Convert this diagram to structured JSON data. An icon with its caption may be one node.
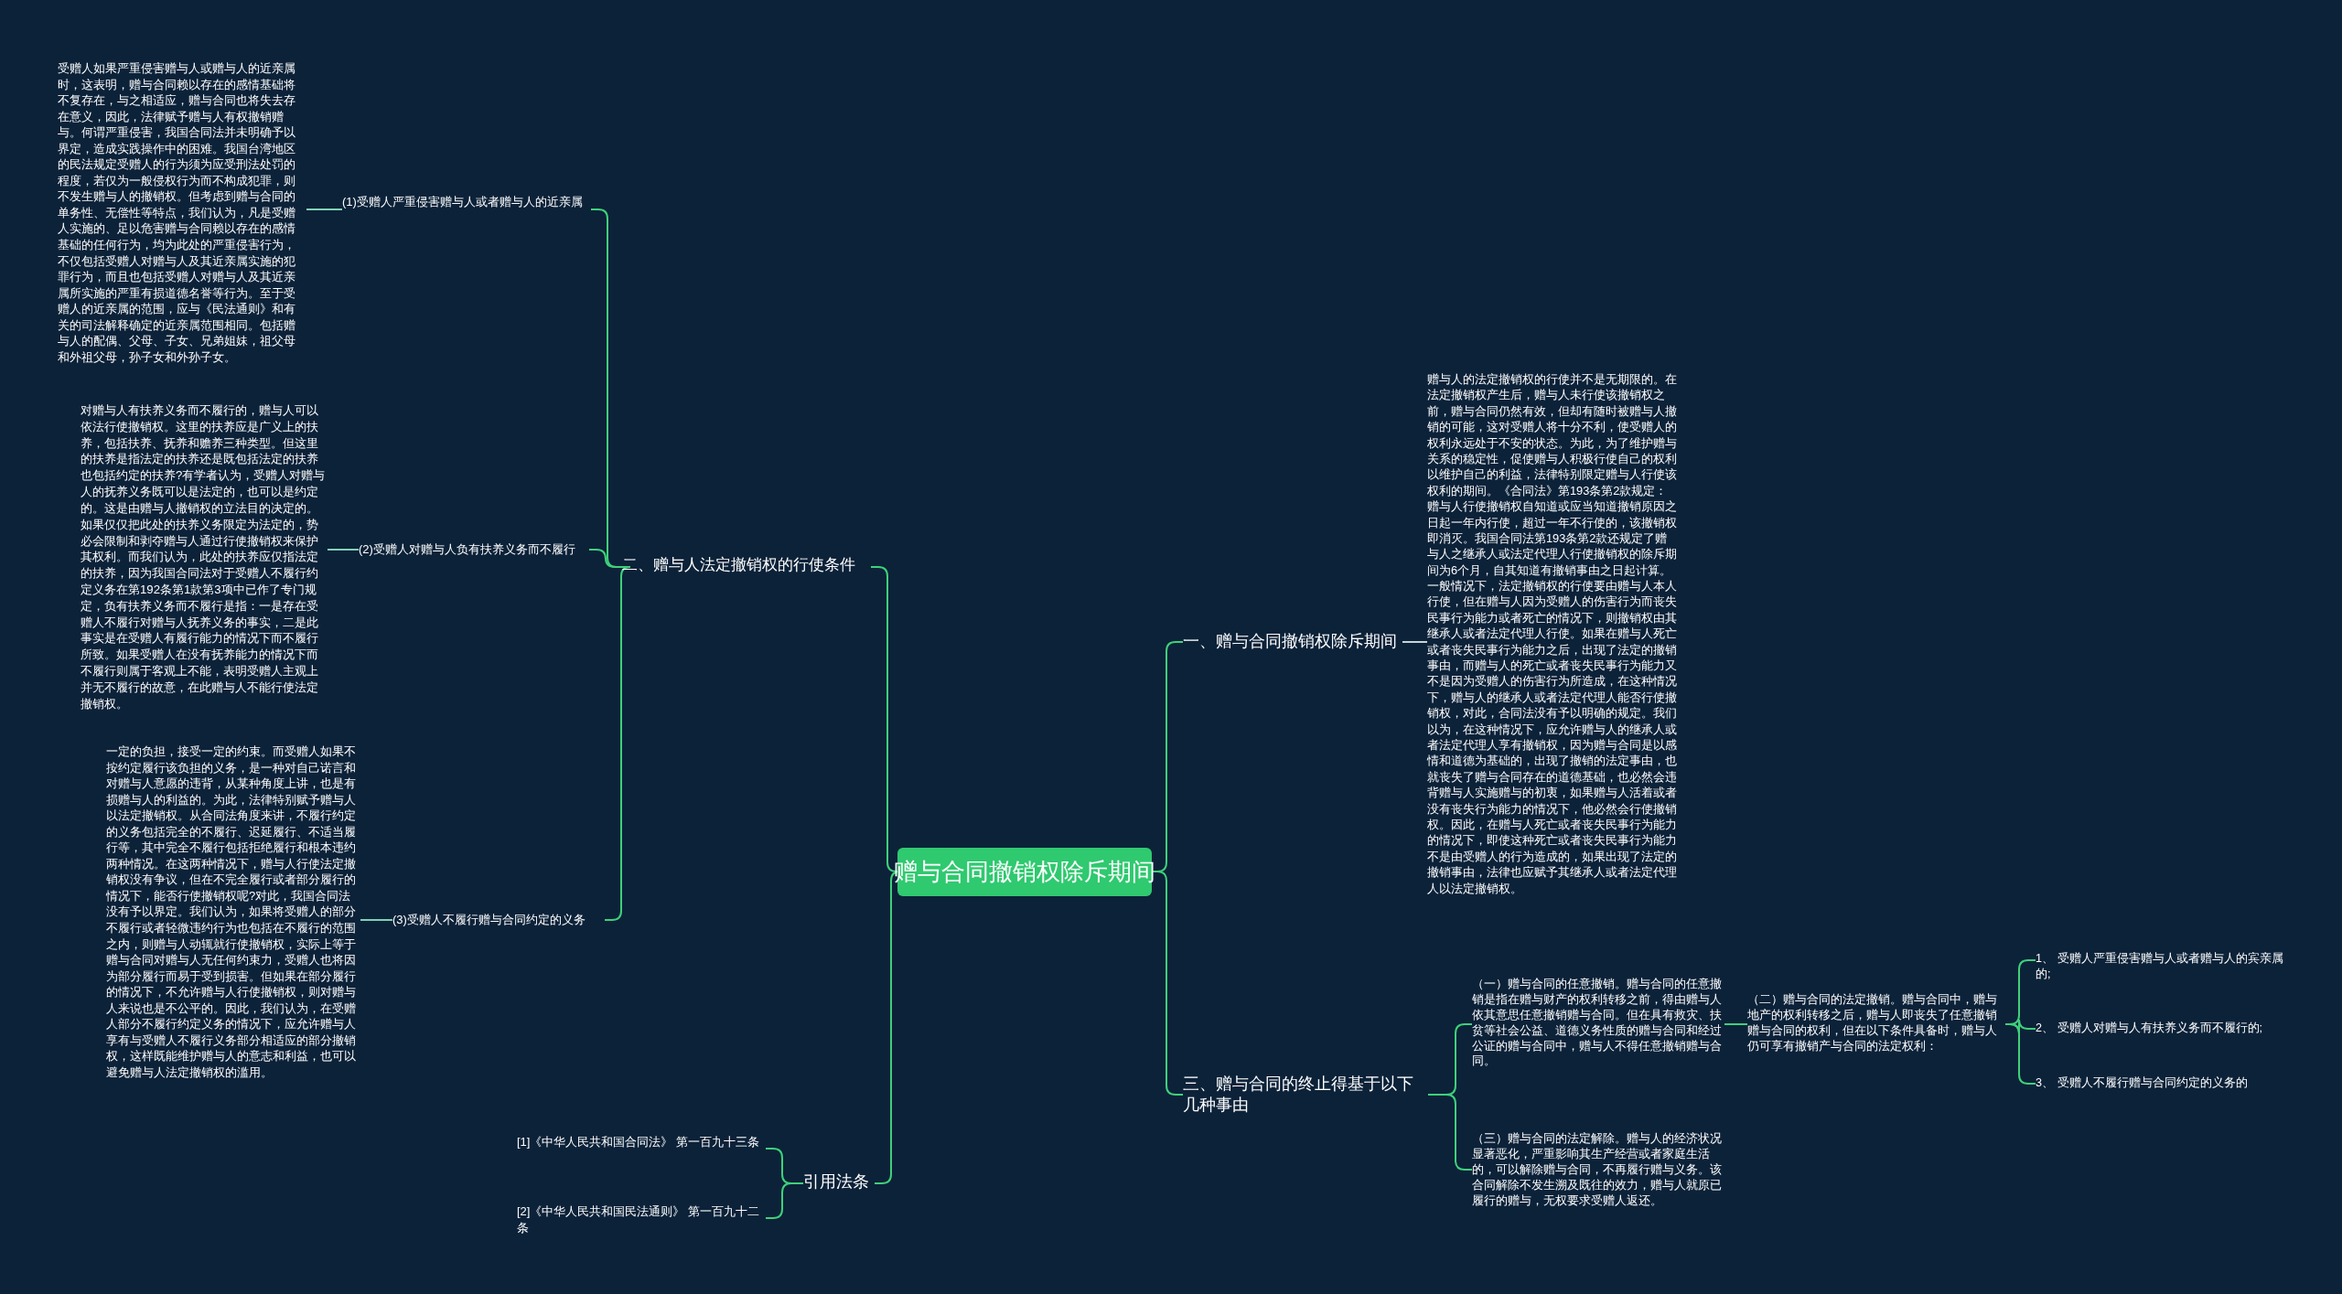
{
  "diagram": {
    "nodes": [
      {
        "text": [
          "赠与合同撤销权除斥期间"
        ]
      },
      {
        "text": [
          "二、赠与人法定撤销权的行使条件"
        ]
      },
      {
        "text": [
          "(1)受赠人严重侵害赠与人或者赠与人的近亲属"
        ]
      },
      {
        "text": [
          "受赠人如果严重侵害赠与人或赠与人的近亲属时，这表明，赠与合同赖以存在的感情基础将不复存在，与之相适应，赠与合同也将失去存在意义，因此，法律赋予赠与人有权撤销赠与。何谓严重侵害，我国合同法并未明确予以界定，造成实践操作中的困难。我国台湾地区的民法规定受赠人的行为须为应受刑法处罚的程度，若仅为一般侵权行为而不构成犯罪，则不发生赠与人的撤销权。但考虑到赠与合同的单务性、无偿性等特点，我们认为，凡是受赠人实施的、足以危害赠与合同赖以存在的感情基础的任何行为，均为此处的严重侵害行为，不仅包括受赠人对赠与人及其近亲属实施的犯罪行为，而且也包括受赠人对赠与人及其近亲属所实施的严重有损道德名誉等行为。至于受赠人的近亲属的范围，应与《民法通则》和有关的司法解释确定的近亲属范围相同。包括赠与人的配偶、父母、子女、兄弟姐妹，祖父母和外祖父母，孙子女和外孙子女。"
        ]
      },
      {
        "text": [
          "(2)受赠人对赠与人负有扶养义务而不履行"
        ]
      },
      {
        "text": [
          "对赠与人有扶养义务而不履行的，赠与人可以依法行使撤销权。这里的扶养应是广义上的扶养，包括扶养、抚养和赡养三种类型。但这里的扶养是指法定的扶养还是既包括法定的扶养也包括约定的扶养?有学者认为，受赠人对赠与人的抚养义务既可以是法定的，也可以是约定的。这是由赠与人撤销权的立法目的决定的。如果仅仅把此处的扶养义务限定为法定的，势必会限制和剥夺赠与人通过行使撤销权来保护其权利。而我们认为，此处的扶养应仅指法定的扶养，因为我国合同法对于受赠人不履行约定义务在第192条第1款第3项中已作了专门规定，负有扶养义务而不履行是指：一是存在受赠人不履行对赠与人抚养义务的事实，二是此事实是在受赠人有履行能力的情况下而不履行所致。如果受赠人在没有抚养能力的情况下而不履行则属于客观上不能，表明受赠人主观上并无不履行的故意，在此赠与人不能行使法定撤销权。"
        ]
      },
      {
        "text": [
          "(3)受赠人不履行赠与合同约定的义务"
        ]
      },
      {
        "text": [
          "一定的负担，接受一定的约束。而受赠人如果不按约定履行该负担的义务，是一种对自己诺言和对赠与人意愿的违背，从某种角度上讲，也是有损赠与人的利益的。为此，法律特别赋予赠与人以法定撤销权。从合同法角度来讲，不履行约定的义务包括完全的不履行、迟延履行、不适当履行等，其中完全不履行包括拒绝履行和根本违约两种情况。在这两种情况下，赠与人行使法定撤销权没有争议，但在不完全履行或者部分履行的情况下，能否行使撤销权呢?对此，我国合同法没有予以界定。我们认为，如果将受赠人的部分不履行或者轻微违约行为也包括在不履行的范围之内，则赠与人动辄就行使撤销权，实际上等于赠与合同对赠与人无任何约束力，受赠人也将因为部分履行而易于受到损害。但如果在部分履行的情况下，不允许赠与人行使撤销权，则对赠与人来说也是不公平的。因此，我们认为，在受赠人部分不履行约定义务的情况下，应允许赠与人享有与受赠人不履行义务部分相适应的部分撤销权，这样既能维护赠与人的意志和利益，也可以避免赠与人法定撤销权的滥用。"
        ]
      },
      {
        "text": [
          "引用法条"
        ]
      },
      {
        "text": [
          "[1]《中华人民共和国合同法》 第一百九十三条"
        ]
      },
      {
        "text": [
          "[2]《中华人民共和国民法通则》 第一百九十二条"
        ]
      },
      {
        "text": [
          "一、赠与合同撤销权除斥期间"
        ]
      },
      {
        "text": [
          "赠与人的法定撤销权的行使并不是无期限的。在法定撤销权产生后，赠与人未行使该撤销权之前，赠与合同仍然有效，但却有随时被赠与人撤销的可能，这对受赠人将十分不利，使受赠人的权利永远处于不安的状态。为此，为了维护赠与关系的稳定性，促使赠与人积极行使自己的权利以维护自己的利益，法律特别限定赠与人行使该权利的期间。《合同法》第193条第2款规定：赠与人行使撤销权自知道或应当知道撤销原因之日起一年内行使，超过一年不行使的，该撤销权即消灭。我国合同法第193条第2款还规定了赠与人之继承人或法定代理人行使撤销权的除斥期间为6个月，自其知道有撤销事由之日起计算。一般情况下，法定撤销权的行使要由赠与人本人行使，但在赠与人因为受赠人的伤害行为而丧失民事行为能力或者死亡的情况下，则撤销权由其继承人或者法定代理人行使。如果在赠与人死亡或者丧失民事行为能力之后，出现了法定的撤销事由，而赠与人的死亡或者丧失民事行为能力又不是因为受赠人的伤害行为所造成，在这种情况下，赠与人的继承人或者法定代理人能否行使撤销权，对此，合同法没有予以明确的规定。我们以为，在这种情况下，应允许赠与人的继承人或者法定代理人享有撤销权，因为赠与合同是以感情和道德为基础的，出现了撤销的法定事由，也就丧失了赠与合同存在的道德基础，也必然会违背赠与人实施赠与的初衷，如果赠与人活着或者没有丧失行为能力的情况下，他必然会行使撤销权。因此，在赠与人死亡或者丧失民事行为能力的情况下，即使这种死亡或者丧失民事行为能力不是由受赠人的行为造成的，如果出现了法定的撤销事由，法律也应赋予其继承人或者法定代理人以法定撤销权。"
        ]
      },
      {
        "text": [
          "三、赠与合同的终止得基于以下几种事由"
        ]
      },
      {
        "text": [
          "（一）赠与合同的任意撤销。赠与合同的任意撤销是指在赠与财产的权利转移之前，得由赠与人依其意思任意撤销赠与合同。但在具有救灾、扶贫等社会公益、道德义务性质的赠与合同和经过公证的赠与合同中，赠与人不得任意撤销赠与合同。"
        ]
      },
      {
        "text": [
          "（二）赠与合同的法定撤销。赠与合同中，赠与地产的权利转移之后，赠与人即丧失了任意撤销赠与合同的权利，但在以下条件具备时，赠与人仍可享有撤销产与合同的法定权利："
        ]
      },
      {
        "text": [
          "1、 受赠人严重侵害赠与人或者赠与人的宾亲属的;"
        ]
      },
      {
        "text": [
          "2、 受赠人对赠与人有扶养义务而不履行的;"
        ]
      },
      {
        "text": [
          "3、 受赠人不履行赠与合同约定的义务的"
        ]
      },
      {
        "text": [
          "（三）赠与合同的法定解除。赠与人的经济状况显著恶化，严重影响其生产经营或者家庭生活的，可以解除赠与合同，不再履行赠与义务。该合同解除不发生溯及既往的效力，赠与人就原已履行的赠与，无权要求受赠人返还。"
        ]
      }
    ],
    "edges": [
      {
        "from": 0,
        "to": 1,
        "arrow": "none"
      },
      {
        "from": 1,
        "to": 2,
        "arrow": "none"
      },
      {
        "from": 2,
        "to": 3,
        "arrow": "none",
        "color": "#7fd1b6"
      },
      {
        "from": 1,
        "to": 4,
        "arrow": "none"
      },
      {
        "from": 4,
        "to": 5,
        "arrow": "none",
        "color": "#7fd1b6"
      },
      {
        "from": 1,
        "to": 6,
        "arrow": "none"
      },
      {
        "from": 6,
        "to": 7,
        "arrow": "none",
        "color": "#7fd1b6"
      },
      {
        "from": 0,
        "to": 8,
        "arrow": "none"
      },
      {
        "from": 8,
        "to": 9,
        "arrow": "none"
      },
      {
        "from": 8,
        "to": 10,
        "arrow": "none"
      },
      {
        "from": 0,
        "to": 11,
        "arrow": "none"
      },
      {
        "from": 11,
        "to": 12,
        "arrow": "none",
        "color": "#c8d3da"
      },
      {
        "from": 0,
        "to": 13,
        "arrow": "none"
      },
      {
        "from": 13,
        "to": 14,
        "arrow": "none"
      },
      {
        "from": 14,
        "to": 15,
        "arrow": "none"
      },
      {
        "from": 15,
        "to": 16,
        "arrow": "none"
      },
      {
        "from": 15,
        "to": 17,
        "arrow": "none"
      },
      {
        "from": 15,
        "to": 18,
        "arrow": "none"
      },
      {
        "from": 13,
        "to": 19,
        "arrow": "none"
      }
    ]
  }
}
